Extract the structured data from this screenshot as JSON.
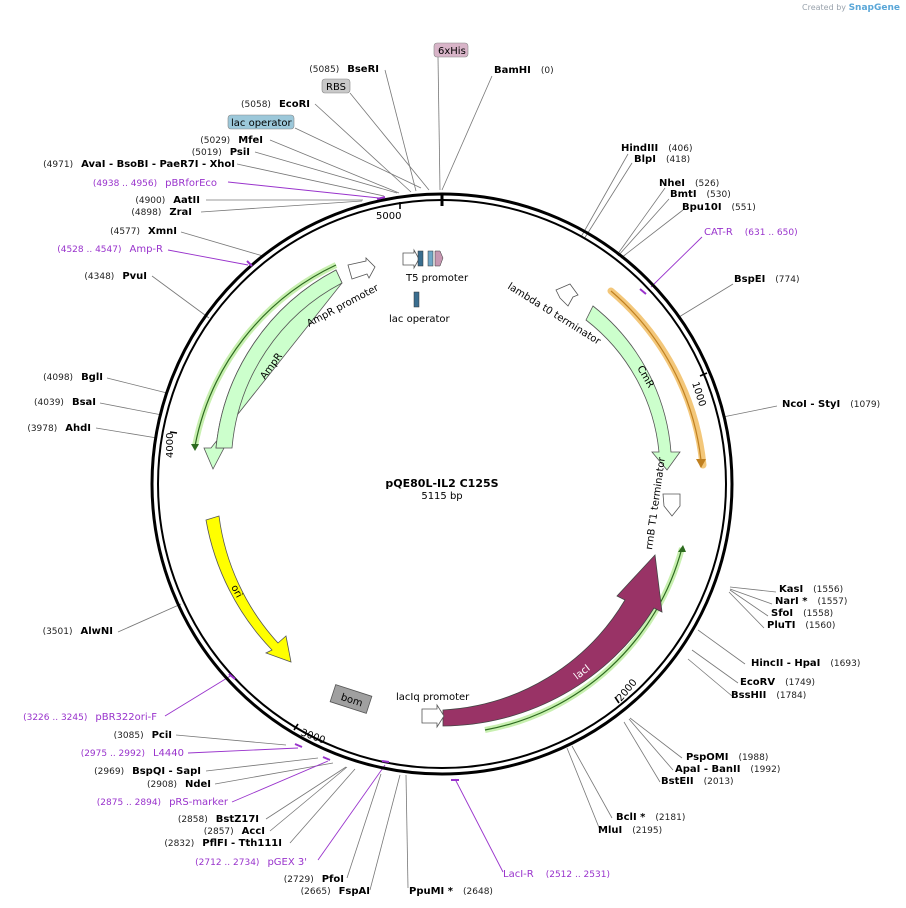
{
  "credit": {
    "prefix": "Created by",
    "brand": "SnapGene"
  },
  "plasmid": {
    "name": "pQE80L-IL2 C125S",
    "length_label": "5115 bp"
  },
  "ticks": [
    "1000",
    "2000",
    "3000",
    "4000",
    "5000"
  ],
  "sites": [
    {
      "name": "BamHI",
      "pos": "(0)"
    },
    {
      "name": "HindIII",
      "pos": "(406)"
    },
    {
      "name": "BlpI",
      "pos": "(418)"
    },
    {
      "name": "NheI",
      "pos": "(526)"
    },
    {
      "name": "BmtI",
      "pos": "(530)"
    },
    {
      "name": "Bpu10I",
      "pos": "(551)"
    },
    {
      "name": "BspEI",
      "pos": "(774)"
    },
    {
      "name": "NcoI - StyI",
      "pos": "(1079)"
    },
    {
      "name": "KasI",
      "pos": "(1556)"
    },
    {
      "name": "NarI *",
      "pos": "(1557)"
    },
    {
      "name": "SfoI",
      "pos": "(1558)"
    },
    {
      "name": "PluTI",
      "pos": "(1560)"
    },
    {
      "name": "HincII - HpaI",
      "pos": "(1693)"
    },
    {
      "name": "EcoRV",
      "pos": "(1749)"
    },
    {
      "name": "BssHII",
      "pos": "(1784)"
    },
    {
      "name": "PspOMI",
      "pos": "(1988)"
    },
    {
      "name": "ApaI - BanII",
      "pos": "(1992)"
    },
    {
      "name": "BstEII",
      "pos": "(2013)"
    },
    {
      "name": "BclI *",
      "pos": "(2181)"
    },
    {
      "name": "MluI",
      "pos": "(2195)"
    },
    {
      "name": "PpuMI *",
      "pos": "(2648)"
    },
    {
      "name": "FspAI",
      "pos": "(2665)"
    },
    {
      "name": "PfoI",
      "pos": "(2729)"
    },
    {
      "name": "PflFI - Tth111I",
      "pos": "(2832)"
    },
    {
      "name": "AccI",
      "pos": "(2857)"
    },
    {
      "name": "BstZ17I",
      "pos": "(2858)"
    },
    {
      "name": "NdeI",
      "pos": "(2908)"
    },
    {
      "name": "BspQI - SapI",
      "pos": "(2969)"
    },
    {
      "name": "PciI",
      "pos": "(3085)"
    },
    {
      "name": "AlwNI",
      "pos": "(3501)"
    },
    {
      "name": "AhdI",
      "pos": "(3978)"
    },
    {
      "name": "BsaI",
      "pos": "(4039)"
    },
    {
      "name": "BglI",
      "pos": "(4098)"
    },
    {
      "name": "PvuI",
      "pos": "(4348)"
    },
    {
      "name": "XmnI",
      "pos": "(4577)"
    },
    {
      "name": "ZraI",
      "pos": "(4898)"
    },
    {
      "name": "AatII",
      "pos": "(4900)"
    },
    {
      "name": "AvaI - BsoBI - PaeR7I - XhoI",
      "pos": "(4971)"
    },
    {
      "name": "PsiI",
      "pos": "(5019)"
    },
    {
      "name": "MfeI",
      "pos": "(5029)"
    },
    {
      "name": "EcoRI",
      "pos": "(5058)"
    },
    {
      "name": "BseRI",
      "pos": "(5085)"
    }
  ],
  "primers": [
    {
      "name": "CAT-R",
      "range": "(631 .. 650)"
    },
    {
      "name": "LacI-R",
      "range": "(2512 .. 2531)"
    },
    {
      "name": "pGEX 3'",
      "range": "(2712 .. 2734)"
    },
    {
      "name": "pRS-marker",
      "range": "(2875 .. 2894)"
    },
    {
      "name": "L4440",
      "range": "(2975 .. 2992)"
    },
    {
      "name": "pBR322ori-F",
      "range": "(3226 .. 3245)"
    },
    {
      "name": "Amp-R",
      "range": "(4528 .. 4547)"
    },
    {
      "name": "pBRforEco",
      "range": "(4938 .. 4956)"
    }
  ],
  "features": [
    {
      "name": "6xHis",
      "kind": "boxed-label"
    },
    {
      "name": "RBS",
      "kind": "boxed-label"
    },
    {
      "name": "lac operator",
      "kind": "boxed-label"
    },
    {
      "name": "T5 promoter",
      "kind": "promoter"
    },
    {
      "name": "lac operator",
      "kind": "inner-label"
    },
    {
      "name": "lambda t0 terminator",
      "kind": "terminator"
    },
    {
      "name": "CmR",
      "kind": "cds"
    },
    {
      "name": "rrnB T1 terminator",
      "kind": "terminator"
    },
    {
      "name": "lacI",
      "kind": "cds"
    },
    {
      "name": "lacIq promoter",
      "kind": "promoter"
    },
    {
      "name": "bom",
      "kind": "misc"
    },
    {
      "name": "ori",
      "kind": "origin"
    },
    {
      "name": "AmpR",
      "kind": "cds"
    },
    {
      "name": "AmpR promoter",
      "kind": "promoter"
    }
  ],
  "colors": {
    "cmr": "#ccffcc",
    "lacI": "#993366",
    "ori": "#ffff00",
    "ampr": "#ccffcc",
    "primer": "#9933cc",
    "bom": "#a0a0a0",
    "backbone": "#000000"
  }
}
